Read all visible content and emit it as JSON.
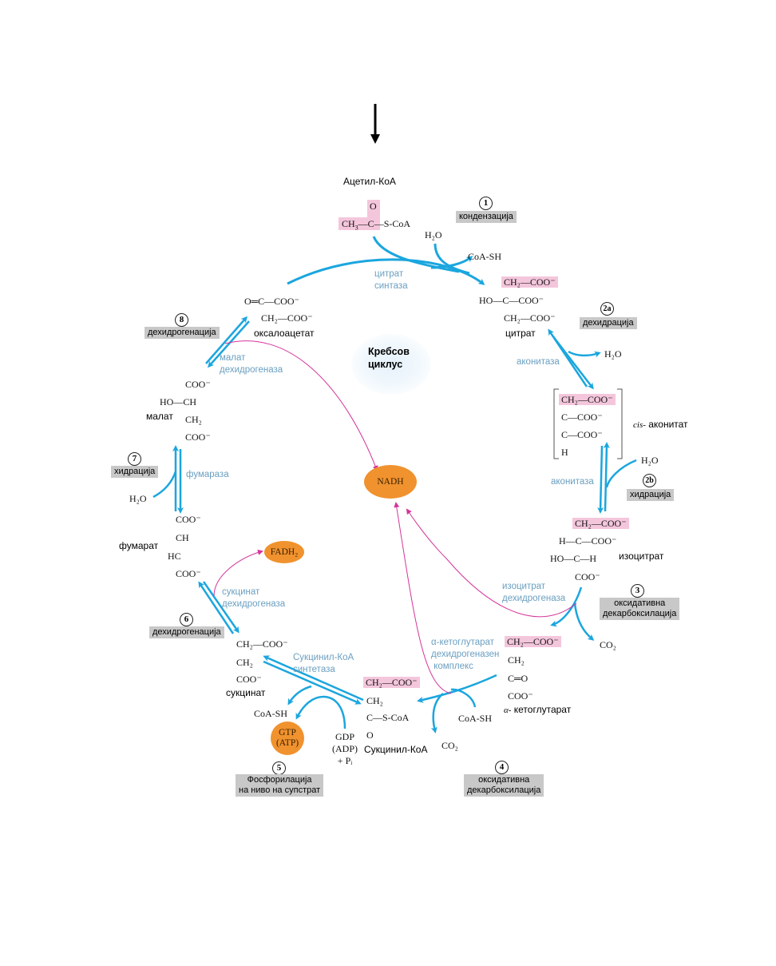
{
  "colors": {
    "arrow": "#1ba6de",
    "nadh_path": "#d4359a",
    "highlight": "#f4c6dc",
    "enzyme_text": "#6a9fc0",
    "step_box": "#c8c8c8",
    "energy_carrier": "#f0922e"
  },
  "center": {
    "title": "Кребсов\nциклус"
  },
  "entry": {
    "arrow": "input-arrow",
    "name": "Ацетил-КоА"
  },
  "metabolites": {
    "acetyl_coa": {
      "o": "O",
      "ch3": "CH",
      "ch3_sub": "3",
      "c": "C",
      "s_coa": "—S-CoA"
    },
    "citrate": {
      "name": "цитрат",
      "l1": "CH₂—COO⁻",
      "l2": "HO—C—COO⁻",
      "l3": "CH₂—COO⁻"
    },
    "cis_aconitate": {
      "name_prefix": "cis-",
      "name": " аконитат",
      "l1": "CH₂—COO⁻",
      "l2": "C—COO⁻",
      "l3": "C—COO⁻",
      "l4": "H"
    },
    "isocitrate": {
      "name": "изоцитрат",
      "l1": "CH₂—COO⁻",
      "l2": "H—C—COO⁻",
      "l3": "HO—C—H",
      "l4": "COO⁻"
    },
    "alpha_ketoglutarate": {
      "name_prefix": "α-",
      "name": " кетоглутарат",
      "l1": "CH₂—COO⁻",
      "l2": "CH₂",
      "l3": "C═O",
      "l4": "COO⁻"
    },
    "succinyl_coa": {
      "name": "Сукцинил-КоА",
      "l1": "CH₂—COO⁻",
      "l2": "CH₂",
      "l3": "C—S-CoA",
      "l4": "O"
    },
    "succinate": {
      "name": "сукцинат",
      "l1": "CH₂—COO⁻",
      "l2": "CH₂",
      "l3": "COO⁻"
    },
    "fumarate": {
      "name": "фумарат",
      "l1": "COO⁻",
      "l2": "CH",
      "l3": "HC",
      "l4": "COO⁻"
    },
    "malate": {
      "name": "малат",
      "l1": "COO⁻",
      "l2": "HO—CH",
      "l3": "CH₂",
      "l4": "COO⁻"
    },
    "oxaloacetate": {
      "name": "оксалоацетат",
      "l1": "O═C—COO⁻",
      "l2": "CH₂—COO⁻"
    }
  },
  "side_molecules": {
    "h2o_1": "H₂O",
    "coa_sh_1": "CoA-SH",
    "h2o_2a": "H₂O",
    "h2o_2b": "H₂O",
    "co2_3": "CO₂",
    "co2_4": "CO₂",
    "coa_sh_4": "CoA-SH",
    "coa_sh_5": "CoA-SH",
    "gdp": "GDP\n(ADP)\n+ Pᵢ",
    "h2o_7": "H₂O"
  },
  "energy": {
    "nadh": "NADH",
    "fadh2": "FADH₂",
    "gtp": "GTP\n(ATP)"
  },
  "enzymes": {
    "citrate_synthase": "цитрат\nсинтаза",
    "aconitase_1": "аконитаза",
    "aconitase_2": "аконитаза",
    "isocitrate_dh": "изоцитрат\nдехидрогеназа",
    "akg_dh": "α-кетоглутарат\nдехидрогеназен\n комплекс",
    "succinyl_coa_synthetase": "Сукцинил-КоА\nсинтетаза",
    "succinate_dh": "сукцинат\nдехидрогеназа",
    "fumarase": "фумараза",
    "malate_dh": "малат\nдехидрогеназа"
  },
  "steps": [
    {
      "num": "1",
      "label": "кондензација"
    },
    {
      "num": "2a",
      "label": "дехидрација"
    },
    {
      "num": "2b",
      "label": "хидрација"
    },
    {
      "num": "3",
      "label": "оксидативна\nдекарбоксилација"
    },
    {
      "num": "4",
      "label": "оксидативна\nдекарбоксилација"
    },
    {
      "num": "5",
      "label": "Фосфорилација\nна ниво на супстрат"
    },
    {
      "num": "6",
      "label": "дехидрогенација"
    },
    {
      "num": "7",
      "label": "хидрација"
    },
    {
      "num": "8",
      "label": "дехидрогенација"
    }
  ]
}
